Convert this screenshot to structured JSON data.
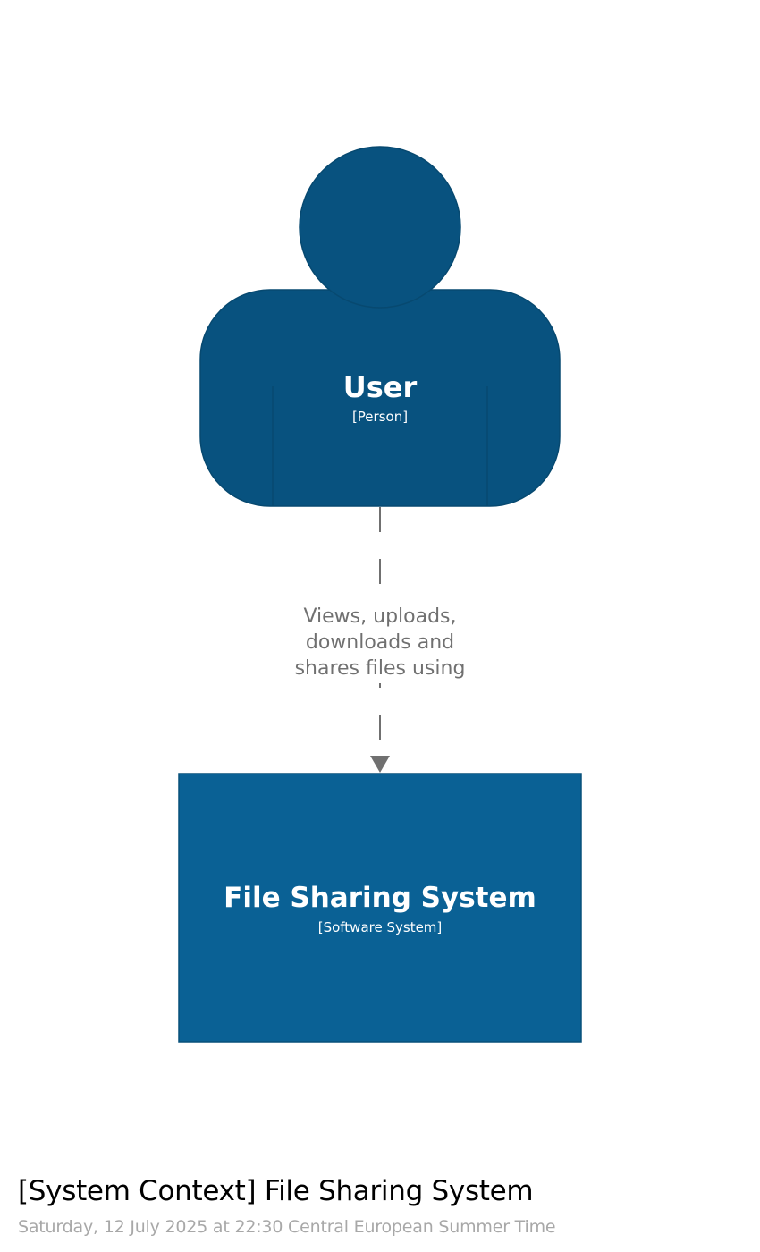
{
  "person": {
    "name": "User",
    "type": "[Person]",
    "color": "#08527f"
  },
  "relationship": {
    "description_lines": [
      "Views, uploads,",
      "downloads and",
      "shares files using"
    ],
    "color": "#707070"
  },
  "software_system": {
    "name": "File Sharing System",
    "type": "[Software System]",
    "color": "#0a6195"
  },
  "footer": {
    "title": "[System Context] File Sharing System",
    "timestamp": "Saturday, 12 July 2025 at 22:30 Central European Summer Time"
  }
}
